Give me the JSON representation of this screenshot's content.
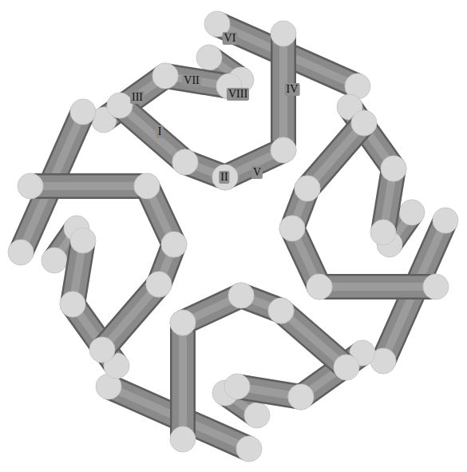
{
  "diagram": {
    "labels": [
      "VI",
      "VIII",
      "VII",
      "III",
      "IV",
      "I",
      "II",
      "V"
    ]
  }
}
